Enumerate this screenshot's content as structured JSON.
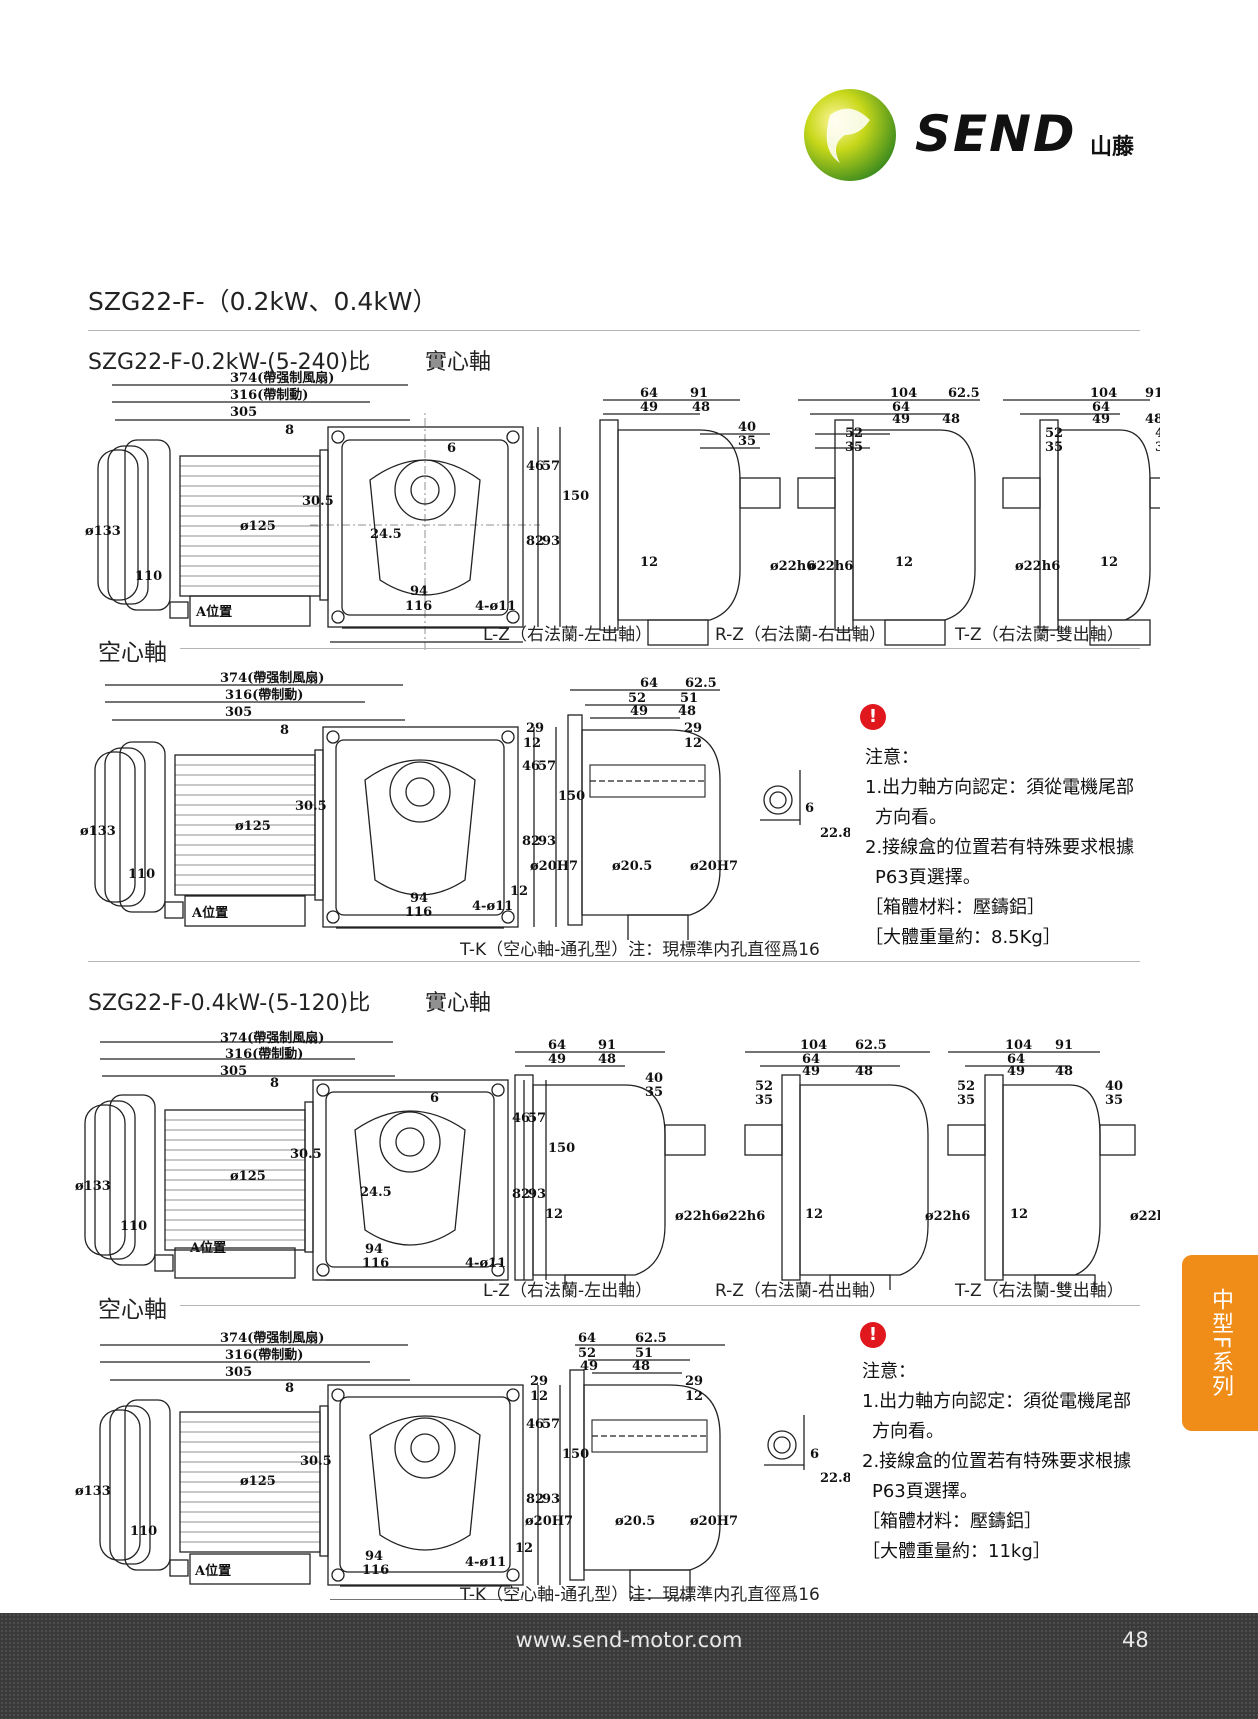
{
  "logo": {
    "brand": "SEND",
    "cn": "山藤"
  },
  "page_title": "SZG22-F-（0.2kW、0.4kW）",
  "sections": [
    {
      "title": "SZG22-F-0.2kW-(5-240)比",
      "solid_label": "實心軸",
      "hollow_label": "空心軸",
      "captions": [
        "L-Z（右法蘭-左出軸）",
        "R-Z（右法蘭-右出軸）",
        "T-Z（右法蘭-雙出軸）"
      ],
      "tk_caption": "T-K（空心軸-通孔型）注：現標準内孔直徑爲16",
      "note_title": "注意：",
      "note_lines": [
        "1.出力軸方向認定：須從電機尾部",
        "方向看。",
        "2.接線盒的位置若有特殊要求根據",
        "P63頁選擇。"
      ],
      "material": "［箱體材料：壓鑄鋁］",
      "weight": "［大體重量約：8.5Kg］"
    },
    {
      "title": "SZG22-F-0.4kW-(5-120)比",
      "solid_label": "實心軸",
      "hollow_label": "空心軸",
      "captions": [
        "L-Z（右法蘭-左出軸）",
        "R-Z（右法蘭-右出軸）",
        "T-Z（右法蘭-雙出軸）"
      ],
      "tk_caption": "T-K（空心軸-通孔型）注：現標準内孔直徑爲16",
      "note_title": "注意：",
      "note_lines": [
        "1.出力軸方向認定：須從電機尾部",
        "方向看。",
        "2.接線盒的位置若有特殊要求根據",
        "P63頁選擇。"
      ],
      "material": "［箱體材料：壓鑄鋁］",
      "weight": "［大體重量約：11kg］"
    }
  ],
  "dims": {
    "d374": "374(帶强制風扇)",
    "d316": "316(帶制動)",
    "d305": "305",
    "d8": "8",
    "d133": "ø133",
    "d125": "ø125",
    "d110": "110",
    "dA": "A位置",
    "d30_5": "30.5",
    "d24_5": "24.5",
    "d6": "6",
    "d46": "46",
    "d57": "57",
    "d150": "150",
    "d82": "82",
    "d93": "93",
    "d94": "94",
    "d116": "116",
    "d4_11": "4-ø11",
    "d64": "64",
    "d91": "91",
    "d49": "49",
    "d48": "48",
    "d40": "40",
    "d35": "35",
    "d12": "12",
    "d22h6": "ø22h6",
    "d104": "104",
    "d62_5": "62.5",
    "d52": "52",
    "d51": "51",
    "d29": "29",
    "d20H7": "ø20H7",
    "d20_5": "ø20.5",
    "d22_8": "22.8"
  },
  "side_tab": "中型F系列",
  "footer": {
    "url": "www.send-motor.com",
    "page": "48"
  }
}
